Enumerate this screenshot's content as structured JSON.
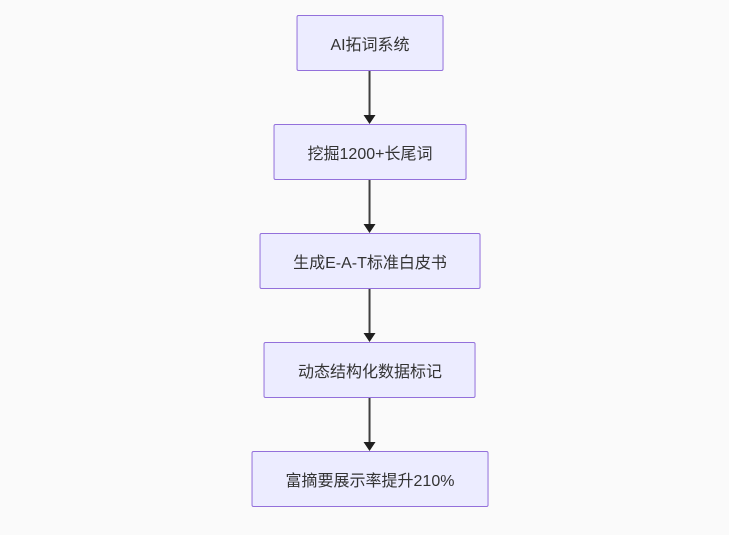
{
  "page": {
    "background_color": "#fafafa"
  },
  "flowchart": {
    "type": "flowchart",
    "direction": "top-down",
    "style": {
      "node_fill": "#ECECFF",
      "node_border": "#9370DB",
      "text_color": "#333333",
      "arrow_color": "#333333"
    },
    "nodes": [
      {
        "id": "A",
        "label": "AI拓词系统"
      },
      {
        "id": "B",
        "label": "挖掘1200+长尾词"
      },
      {
        "id": "C",
        "label": "生成E-A-T标准白皮书"
      },
      {
        "id": "D",
        "label": "动态结构化数据标记"
      },
      {
        "id": "E",
        "label": "富摘要展示率提升210%"
      }
    ],
    "edges": [
      {
        "from": "A",
        "to": "B"
      },
      {
        "from": "B",
        "to": "C"
      },
      {
        "from": "C",
        "to": "D"
      },
      {
        "from": "D",
        "to": "E"
      }
    ]
  }
}
